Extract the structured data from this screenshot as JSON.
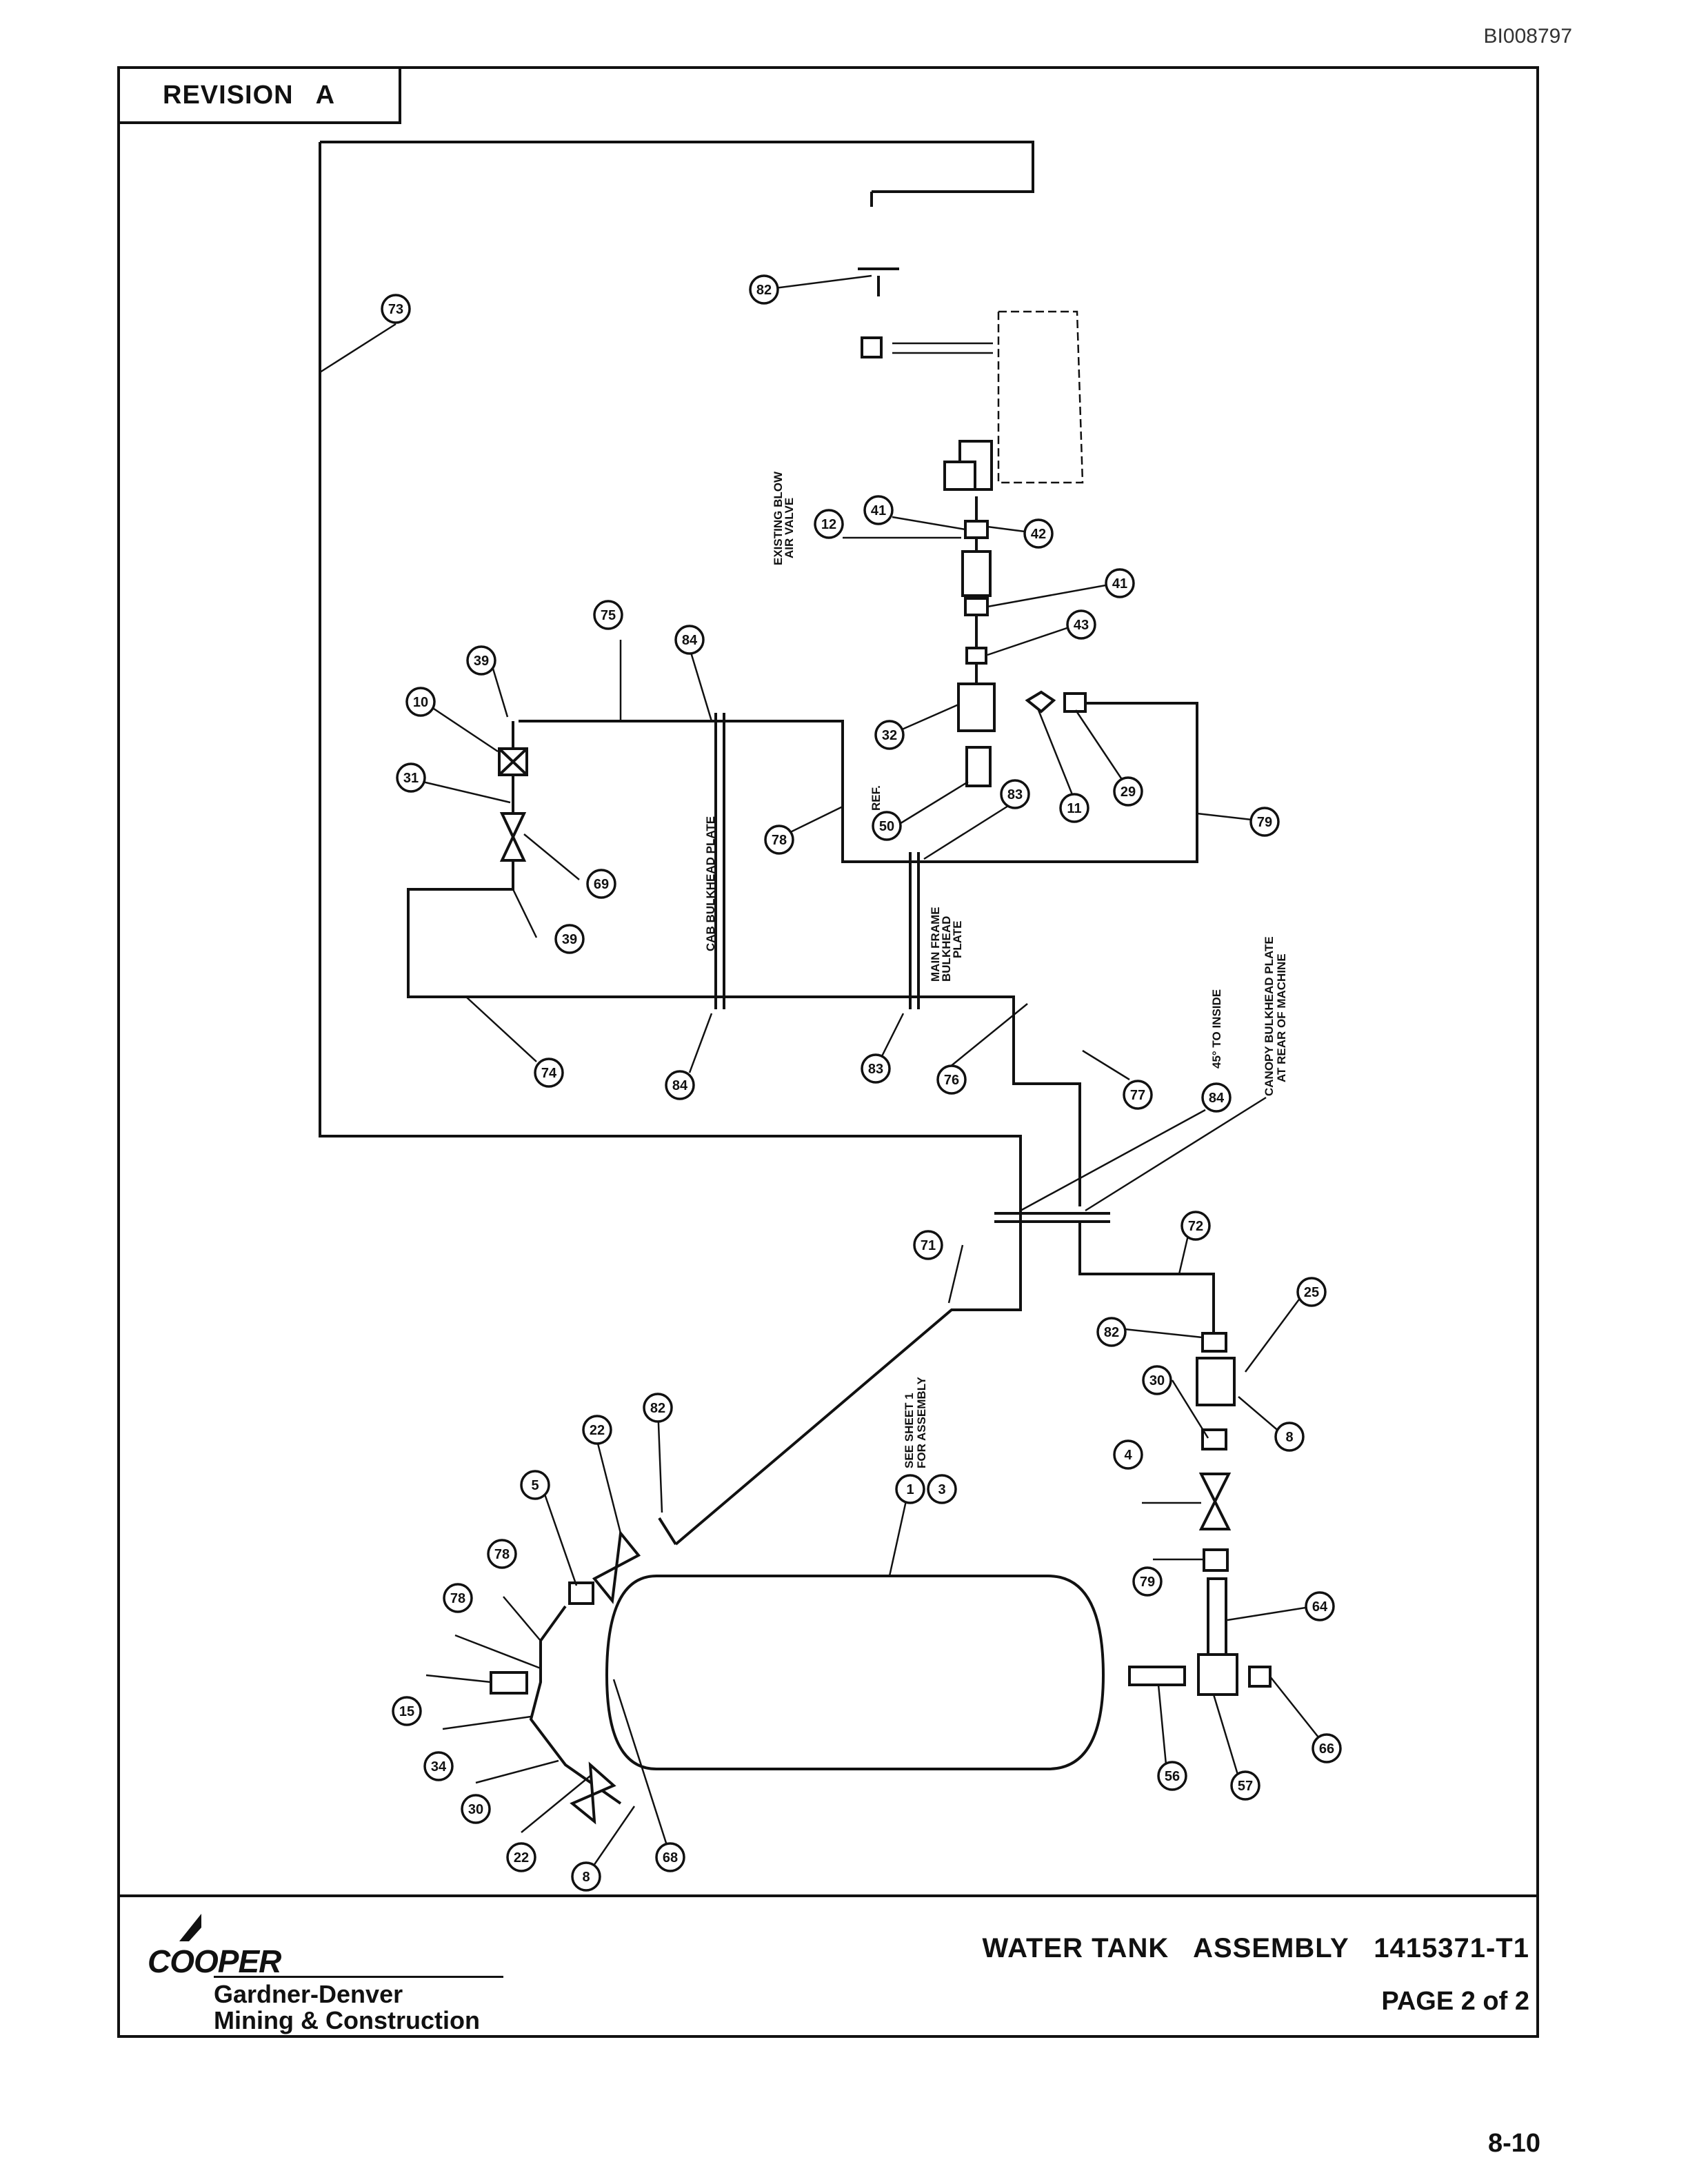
{
  "document": {
    "doc_id": "BI008797",
    "revision_label": "REVISION",
    "revision_value": "A",
    "title": "WATER TANK   ASSEMBLY   1415371-T1",
    "page_of": "PAGE 2 of 2",
    "page_number": "8-10"
  },
  "logo": {
    "brand": "COOPER",
    "line1": "Gardner-Denver",
    "line2": "Mining & Construction"
  },
  "diagram": {
    "notes": {
      "cab_bulkhead": "CAB BULKHEAD PLATE",
      "main_frame_1": "MAIN FRAME",
      "main_frame_2": "BULKHEAD",
      "main_frame_3": "PLATE",
      "canopy_1": "CANOPY BULKHEAD PLATE",
      "canopy_2": "AT REAR OF MACHINE",
      "angle": "45° TO INSIDE",
      "existing_1": "EXISTING BLOW",
      "existing_2": "AIR VALVE",
      "see_sheet_1": "SEE SHEET 1",
      "see_sheet_2": "FOR ASSEMBLY",
      "ref": "REF."
    },
    "balloons": [
      {
        "id": "b82a",
        "label": "82"
      },
      {
        "id": "b73",
        "label": "73"
      },
      {
        "id": "b12",
        "label": "12"
      },
      {
        "id": "b41a",
        "label": "41"
      },
      {
        "id": "b42",
        "label": "42"
      },
      {
        "id": "b41b",
        "label": "41"
      },
      {
        "id": "b43",
        "label": "43"
      },
      {
        "id": "b75",
        "label": "75"
      },
      {
        "id": "b84a",
        "label": "84"
      },
      {
        "id": "b39a",
        "label": "39"
      },
      {
        "id": "b10",
        "label": "10"
      },
      {
        "id": "b31",
        "label": "31"
      },
      {
        "id": "b32",
        "label": "32"
      },
      {
        "id": "b50",
        "label": "50"
      },
      {
        "id": "b83a",
        "label": "83"
      },
      {
        "id": "b11",
        "label": "11"
      },
      {
        "id": "b29",
        "label": "29"
      },
      {
        "id": "b78a",
        "label": "78"
      },
      {
        "id": "b79a",
        "label": "79"
      },
      {
        "id": "b69",
        "label": "69"
      },
      {
        "id": "b39b",
        "label": "39"
      },
      {
        "id": "b74",
        "label": "74"
      },
      {
        "id": "b84b",
        "label": "84"
      },
      {
        "id": "b83b",
        "label": "83"
      },
      {
        "id": "b76",
        "label": "76"
      },
      {
        "id": "b77",
        "label": "77"
      },
      {
        "id": "b84c",
        "label": "84"
      },
      {
        "id": "b71",
        "label": "71"
      },
      {
        "id": "b72",
        "label": "72"
      },
      {
        "id": "b25",
        "label": "25"
      },
      {
        "id": "b82b",
        "label": "82"
      },
      {
        "id": "b30a",
        "label": "30"
      },
      {
        "id": "b8a",
        "label": "8"
      },
      {
        "id": "b4",
        "label": "4"
      },
      {
        "id": "b79b",
        "label": "79"
      },
      {
        "id": "b64",
        "label": "64"
      },
      {
        "id": "b56",
        "label": "56"
      },
      {
        "id": "b57",
        "label": "57"
      },
      {
        "id": "b66",
        "label": "66"
      },
      {
        "id": "b82c",
        "label": "82"
      },
      {
        "id": "b22a",
        "label": "22"
      },
      {
        "id": "b5",
        "label": "5"
      },
      {
        "id": "b1",
        "label": "1"
      },
      {
        "id": "b3",
        "label": "3"
      },
      {
        "id": "b78b",
        "label": "78"
      },
      {
        "id": "b78c",
        "label": "78"
      },
      {
        "id": "b15",
        "label": "15"
      },
      {
        "id": "b34",
        "label": "34"
      },
      {
        "id": "b30b",
        "label": "30"
      },
      {
        "id": "b22b",
        "label": "22"
      },
      {
        "id": "b8b",
        "label": "8"
      },
      {
        "id": "b68",
        "label": "68"
      }
    ]
  }
}
